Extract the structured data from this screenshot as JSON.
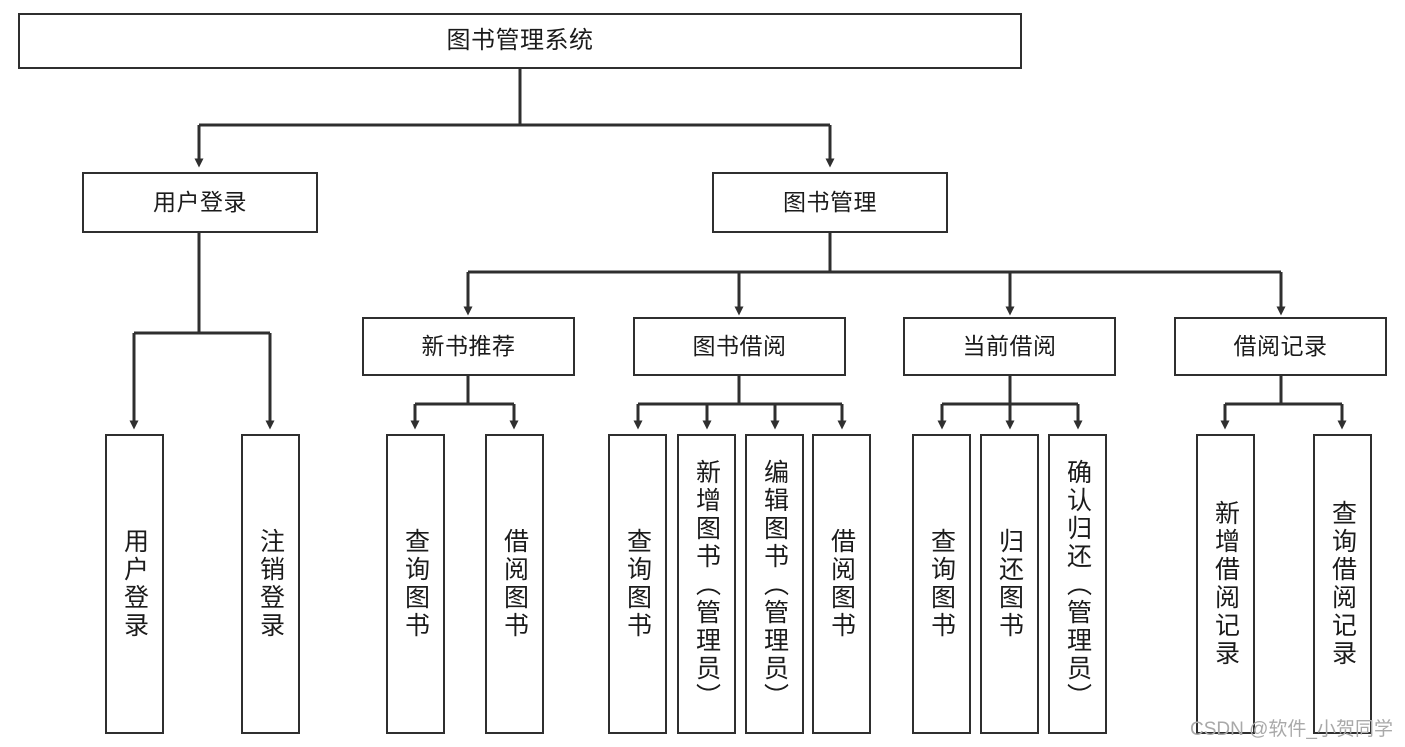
{
  "diagram": {
    "title": "图书管理系统",
    "type": "tree-hierarchy",
    "orientation": "top-down",
    "colors": {
      "box_border": "#2f2f2f",
      "box_fill": "#ffffff",
      "connector": "#2f2f2f",
      "text": "#1b1b1b",
      "watermark": "#a9a9a9",
      "background": "#ffffff"
    }
  },
  "root": {
    "label": "图书管理系统"
  },
  "level2": [
    {
      "label": "用户登录"
    },
    {
      "label": "图书管理"
    }
  ],
  "level3": [
    {
      "label": "新书推荐"
    },
    {
      "label": "图书借阅"
    },
    {
      "label": "当前借阅"
    },
    {
      "label": "借阅记录"
    }
  ],
  "leaves": {
    "user_login": [
      {
        "label": "用户登录"
      },
      {
        "label": "注销登录"
      }
    ],
    "new_book_recommend": [
      {
        "label": "查询图书"
      },
      {
        "label": "借阅图书"
      }
    ],
    "book_borrow": [
      {
        "label": "查询图书"
      },
      {
        "label": "新增图书（管理员）"
      },
      {
        "label": "编辑图书（管理员）"
      },
      {
        "label": "借阅图书"
      }
    ],
    "current_borrow": [
      {
        "label": "查询图书"
      },
      {
        "label": "归还图书"
      },
      {
        "label": "确认归还（管理员）"
      }
    ],
    "borrow_record": [
      {
        "label": "新增借阅记录"
      },
      {
        "label": "查询借阅记录"
      }
    ]
  },
  "watermark": {
    "text": "CSDN @软件_小贺同学"
  }
}
